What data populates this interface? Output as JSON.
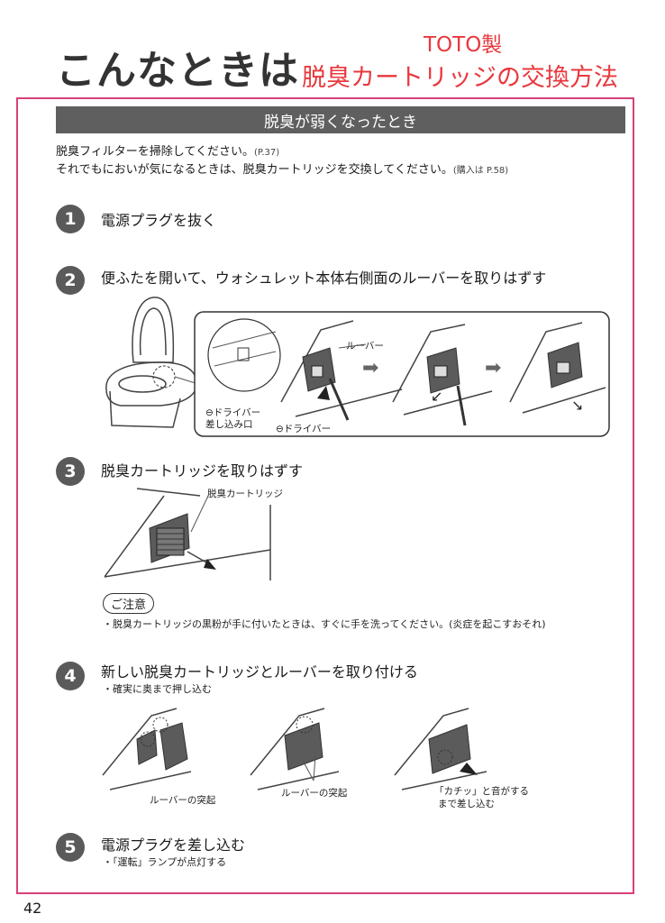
{
  "header": {
    "main_title": "こんなときは",
    "maker_label": "TOTO製",
    "handwritten_title": "脱臭カートリッジの交換方法"
  },
  "section": {
    "title": "脱臭が弱くなったとき",
    "intro_line1": "脱臭フィルターを掃除してください。",
    "intro_line1_ref": "(P.37)",
    "intro_line2": "それでもにおいが気になるときは、脱臭カートリッジを交換してください。",
    "intro_line2_ref": "(購入は P.58)"
  },
  "steps": [
    {
      "number": "1",
      "title": "電源プラグを抜く"
    },
    {
      "number": "2",
      "title": "便ふたを開いて、ウォシュレット本体右側面のルーバーを取りはずす"
    },
    {
      "number": "3",
      "title": "脱臭カートリッジを取りはずす"
    },
    {
      "number": "4",
      "title": "新しい脱臭カートリッジとルーバーを取り付ける",
      "note": "・確実に奥まで押し込む"
    },
    {
      "number": "5",
      "title": "電源プラグを差し込む",
      "note": "・「運転」ランプが点灯する"
    }
  ],
  "figures": {
    "step2": {
      "louver": "ルーバー",
      "driver_slot_1": "⊖ドライバー",
      "driver_slot_2": "差し込み口",
      "driver": "⊖ドライバー"
    },
    "step3": {
      "cartridge": "脱臭カートリッジ"
    },
    "step4": {
      "louver_tab_1": "ルーバーの突起",
      "louver_tab_2": "ルーバーの突起",
      "click_1": "「カチッ」と音がする",
      "click_2": "まで差し込む"
    }
  },
  "caution": {
    "label": "ご注意",
    "text": "・脱臭カートリッジの黒粉が手に付いたときは、すぐに手を洗ってください。(炎症を起こすおそれ)"
  },
  "footer": {
    "page_number": "42"
  },
  "colors": {
    "accent_red": "#e8383d",
    "frame_pink": "#d8407a",
    "bar_gray": "#5f5f5f"
  },
  "icons": [
    "arrow-right-icon",
    "arrow-down-icon",
    "press-arrow-icon"
  ]
}
